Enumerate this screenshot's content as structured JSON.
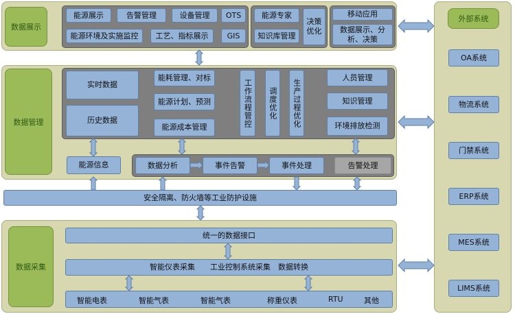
{
  "display": {
    "label": "数据展示",
    "items": [
      "能源展示",
      "告警管理",
      "设备管理",
      "OTS",
      "能源环境及实施监控",
      "工艺、指标展示",
      "GIS",
      "能源专家",
      "知识库管理",
      "决策优化",
      "移动应用",
      "数据展示、分析、决策"
    ]
  },
  "management": {
    "label": "数据管理",
    "realtime": "实时数据",
    "history": "历史数据",
    "mid": [
      "能耗管理、对标",
      "能源计划、预测",
      "能源成本管理"
    ],
    "vertical": [
      "工作流程管控",
      "调度优化",
      "生产过程优化"
    ],
    "right": [
      "人员管理",
      "知识管理",
      "环境排放检测"
    ],
    "energy_info": "能源信息",
    "flow": [
      "数据分析",
      "事件告警",
      "事件处理",
      "告警处理"
    ]
  },
  "security": "安全隔离、防火墙等工业防护设施",
  "collection": {
    "label": "数据采集",
    "interface": "统一的数据接口",
    "acquire": "智能仪表采集　　工业控制系统采集　数据转换",
    "devices": [
      "智能电表",
      "智能气表",
      "智能气表",
      "称重仪表",
      "RTU",
      "其他"
    ]
  },
  "external": {
    "label": "外部系统",
    "systems": [
      "OA系统",
      "物流系统",
      "门禁系统",
      "ERP系统",
      "MES系统",
      "LIMS系统"
    ]
  }
}
